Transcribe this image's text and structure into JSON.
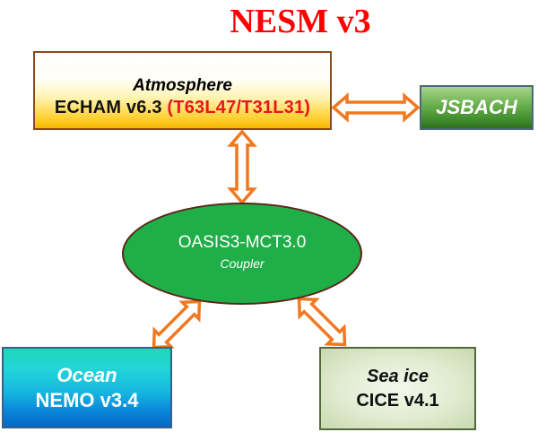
{
  "title": "NESM v3",
  "colors": {
    "title": "#ff0000",
    "arrow_stroke": "#f07820",
    "arrow_fill": "#ffffff",
    "coupler_fill": "#1fae48",
    "resolution_text": "#e8161c"
  },
  "atmosphere": {
    "label": "Atmosphere",
    "model": "ECHAM v6.3 ",
    "resolution": "(T63L47/T31L31)"
  },
  "land": {
    "label": "JSBACH"
  },
  "coupler": {
    "name": "OASIS3-MCT3.0",
    "label": "Coupler"
  },
  "ocean": {
    "label": "Ocean",
    "model": "NEMO v3.4"
  },
  "sea_ice": {
    "label": "Sea ice",
    "model": "CICE v4.1"
  },
  "connections": [
    {
      "from": "atmosphere",
      "to": "land",
      "type": "bidirectional-arrow"
    },
    {
      "from": "atmosphere",
      "to": "coupler",
      "type": "bidirectional-arrow"
    },
    {
      "from": "coupler",
      "to": "ocean",
      "type": "bidirectional-arrow"
    },
    {
      "from": "coupler",
      "to": "sea_ice",
      "type": "bidirectional-arrow"
    }
  ]
}
